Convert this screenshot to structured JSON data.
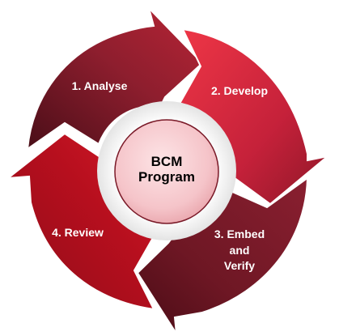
{
  "center": {
    "line1": "BCM",
    "line2": "Program"
  },
  "segments": [
    {
      "label": "1. Analyse"
    },
    {
      "label": "2. Develop"
    },
    {
      "label_line1": "3. Embed",
      "label_line2": "and",
      "label_line3": "Verify"
    },
    {
      "label": "4. Review"
    }
  ],
  "colors": {
    "segment_1": "#8e1e2e",
    "segment_2": "#d8293a",
    "segment_3": "#7c1b2b",
    "segment_4": "#b70f1e",
    "hub_fill": "#f7c9cd",
    "hub_stroke": "#7a1a28"
  }
}
